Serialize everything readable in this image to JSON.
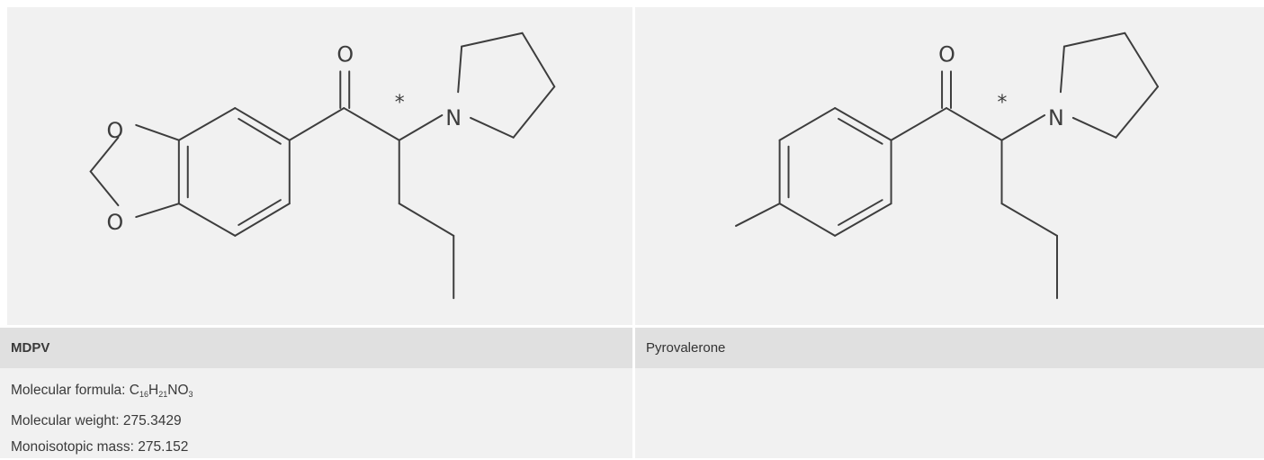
{
  "compounds": [
    {
      "name": "MDPV",
      "properties": {
        "formula_label": "Molecular formula:",
        "formula": {
          "c": "C",
          "c_n": "16",
          "h": "H",
          "h_n": "21",
          "n": "N",
          "o": "O",
          "o_n": "3"
        },
        "weight_label": "Molecular weight:",
        "weight": "275.3429",
        "mono_label": "Monoisotopic mass:",
        "mono": "275.152"
      },
      "structure": {
        "atoms": {
          "o_carbonyl": "O",
          "o_ring_top": "O",
          "o_ring_bottom": "O",
          "n": "N"
        },
        "stereo_marker": "*"
      }
    },
    {
      "name": "Pyrovalerone",
      "structure": {
        "atoms": {
          "o_carbonyl": "O",
          "n": "N"
        },
        "stereo_marker": "*"
      }
    }
  ]
}
